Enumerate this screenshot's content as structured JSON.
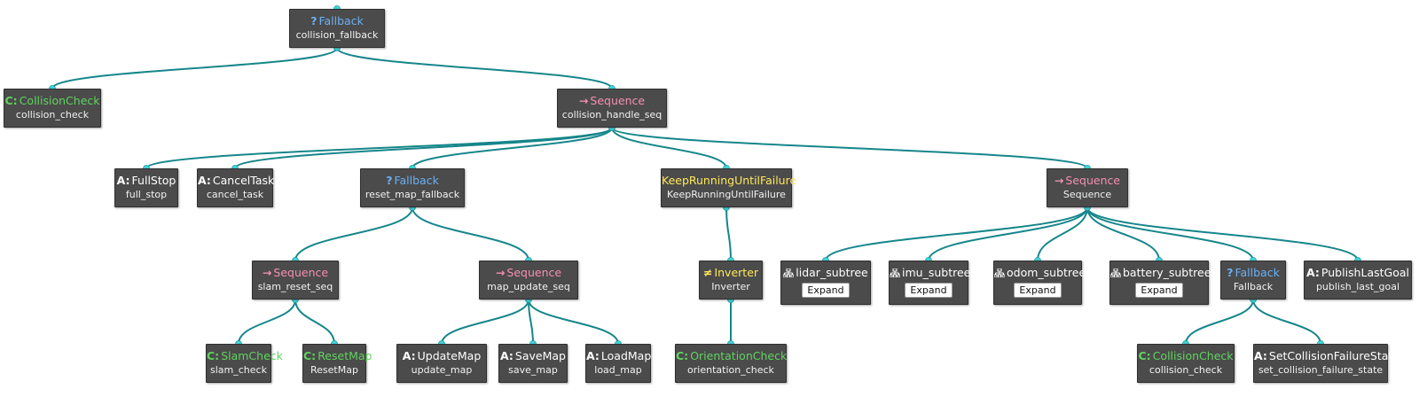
{
  "colors": {
    "edge": "#15868a",
    "port": "#3fd6d8",
    "node_bg": "#4b4b4b"
  },
  "prefixes": {
    "fallback": "?",
    "sequence": "→",
    "condition": "C:",
    "action": "A:",
    "inverter": "≠",
    "subtree": "subtree-icon"
  },
  "nodes": [
    {
      "id": "collision_fallback",
      "kind": "fallback",
      "type": "Fallback",
      "name": "collision_fallback"
    },
    {
      "id": "collision_check_1",
      "kind": "condition",
      "type": "CollisionCheck",
      "name": "collision_check"
    },
    {
      "id": "collision_handle_seq",
      "kind": "sequence",
      "type": "Sequence",
      "name": "collision_handle_seq"
    },
    {
      "id": "full_stop",
      "kind": "action",
      "type": "FullStop",
      "name": "full_stop"
    },
    {
      "id": "cancel_task",
      "kind": "action",
      "type": "CancelTask",
      "name": "cancel_task"
    },
    {
      "id": "reset_map_fallback",
      "kind": "fallback",
      "type": "Fallback",
      "name": "reset_map_fallback"
    },
    {
      "id": "keep_running",
      "kind": "decorator",
      "type": "KeepRunningUntilFailure",
      "name": "KeepRunningUntilFailure"
    },
    {
      "id": "sequence_main",
      "kind": "sequence",
      "type": "Sequence",
      "name": "Sequence"
    },
    {
      "id": "slam_reset_seq",
      "kind": "sequence",
      "type": "Sequence",
      "name": "slam_reset_seq"
    },
    {
      "id": "map_update_seq",
      "kind": "sequence",
      "type": "Sequence",
      "name": "map_update_seq"
    },
    {
      "id": "inverter",
      "kind": "inverter",
      "type": "Inverter",
      "name": "Inverter"
    },
    {
      "id": "lidar_subtree",
      "kind": "subtree",
      "type": "lidar_subtree",
      "expand": "Expand"
    },
    {
      "id": "imu_subtree",
      "kind": "subtree",
      "type": "imu_subtree",
      "expand": "Expand"
    },
    {
      "id": "odom_subtree",
      "kind": "subtree",
      "type": "odom_subtree",
      "expand": "Expand"
    },
    {
      "id": "battery_subtree",
      "kind": "subtree",
      "type": "battery_subtree",
      "expand": "Expand"
    },
    {
      "id": "fallback_small",
      "kind": "fallback",
      "type": "Fallback",
      "name": "Fallback"
    },
    {
      "id": "publish_last_goal",
      "kind": "action",
      "type": "PublishLastGoal",
      "name": "publish_last_goal"
    },
    {
      "id": "slam_check",
      "kind": "condition",
      "type": "SlamCheck",
      "name": "slam_check"
    },
    {
      "id": "reset_map",
      "kind": "condition",
      "type": "ResetMap",
      "name": "ResetMap"
    },
    {
      "id": "update_map",
      "kind": "action",
      "type": "UpdateMap",
      "name": "update_map"
    },
    {
      "id": "save_map",
      "kind": "action",
      "type": "SaveMap",
      "name": "save_map"
    },
    {
      "id": "load_map",
      "kind": "action",
      "type": "LoadMap",
      "name": "load_map"
    },
    {
      "id": "orientation_check",
      "kind": "condition",
      "type": "OrientationCheck",
      "name": "orientation_check"
    },
    {
      "id": "collision_check_2",
      "kind": "condition",
      "type": "CollisionCheck",
      "name": "collision_check"
    },
    {
      "id": "set_collision_failure_state",
      "kind": "action",
      "type": "SetCollisionFailureState",
      "name": "set_collision_failure_state"
    }
  ],
  "edges": [
    [
      "collision_fallback",
      "collision_check_1"
    ],
    [
      "collision_fallback",
      "collision_handle_seq"
    ],
    [
      "collision_handle_seq",
      "full_stop"
    ],
    [
      "collision_handle_seq",
      "cancel_task"
    ],
    [
      "collision_handle_seq",
      "reset_map_fallback"
    ],
    [
      "collision_handle_seq",
      "keep_running"
    ],
    [
      "collision_handle_seq",
      "sequence_main"
    ],
    [
      "reset_map_fallback",
      "slam_reset_seq"
    ],
    [
      "reset_map_fallback",
      "map_update_seq"
    ],
    [
      "keep_running",
      "inverter"
    ],
    [
      "sequence_main",
      "lidar_subtree"
    ],
    [
      "sequence_main",
      "imu_subtree"
    ],
    [
      "sequence_main",
      "odom_subtree"
    ],
    [
      "sequence_main",
      "battery_subtree"
    ],
    [
      "sequence_main",
      "fallback_small"
    ],
    [
      "sequence_main",
      "publish_last_goal"
    ],
    [
      "slam_reset_seq",
      "slam_check"
    ],
    [
      "slam_reset_seq",
      "reset_map"
    ],
    [
      "map_update_seq",
      "update_map"
    ],
    [
      "map_update_seq",
      "save_map"
    ],
    [
      "map_update_seq",
      "load_map"
    ],
    [
      "inverter",
      "orientation_check"
    ],
    [
      "fallback_small",
      "collision_check_2"
    ],
    [
      "fallback_small",
      "set_collision_failure_state"
    ]
  ]
}
